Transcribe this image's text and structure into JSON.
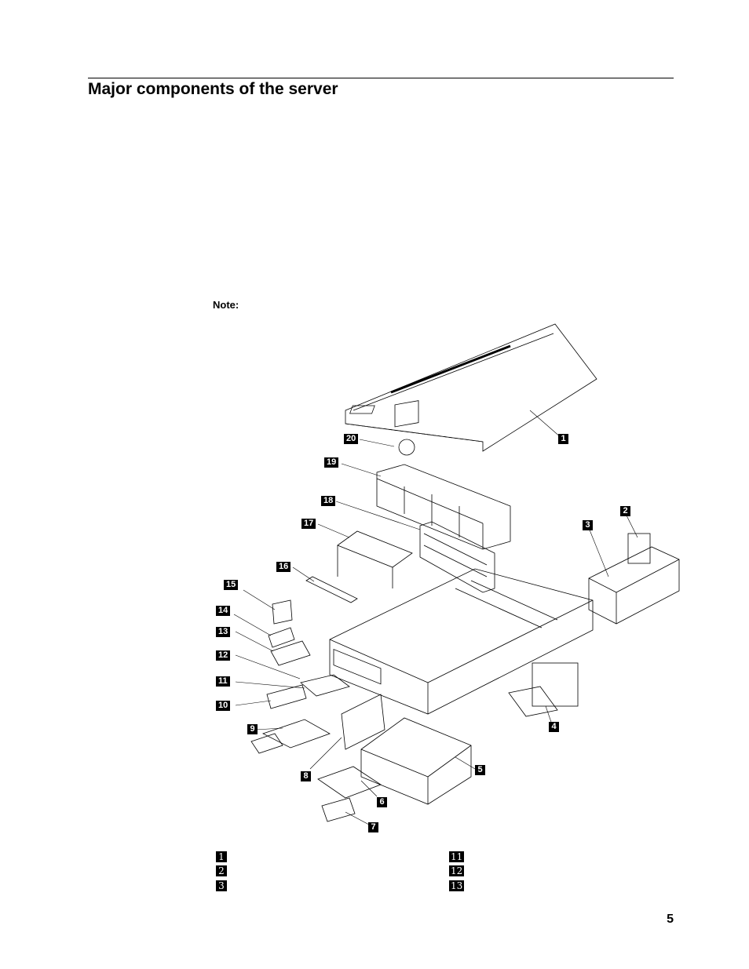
{
  "heading": "Major components of the server",
  "note_label": "Note:",
  "callouts": [
    "1",
    "2",
    "3",
    "4",
    "5",
    "6",
    "7",
    "8",
    "9",
    "10",
    "11",
    "12",
    "13",
    "14",
    "15",
    "16",
    "17",
    "18",
    "19",
    "20"
  ],
  "legend": {
    "left": [
      "1",
      "2",
      "3"
    ],
    "right": [
      "11",
      "12",
      "13"
    ]
  },
  "page_number": "5"
}
